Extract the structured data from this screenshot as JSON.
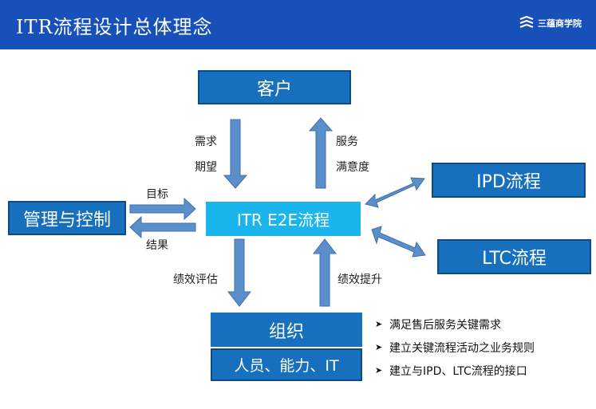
{
  "header": {
    "title": "ITR流程设计总体理念",
    "logo_text": "三蕴商学院",
    "background": "#1650b8"
  },
  "boxes": {
    "customer": "客户",
    "management": "管理与控制",
    "itr": "ITR E2E流程",
    "ipd": "IPD流程",
    "ltc": "LTC流程",
    "organization": "组织",
    "people": "人员、能力、IT"
  },
  "labels": {
    "demand": "需求",
    "expectation": "期望",
    "service": "服务",
    "satisfaction": "满意度",
    "goal": "目标",
    "result": "结果",
    "perf_eval": "绩效评估",
    "perf_improve": "绩效提升"
  },
  "bullets": [
    "满足售后服务关键需求",
    "建立关键流程活动之业务规则",
    "建立与IPD、LTC流程的接口"
  ],
  "colors": {
    "box": "#1670bd",
    "itr_box": "#1ab5ec",
    "arrow": "#5b8fcc",
    "arrow_edge": "#3f6fa8"
  }
}
